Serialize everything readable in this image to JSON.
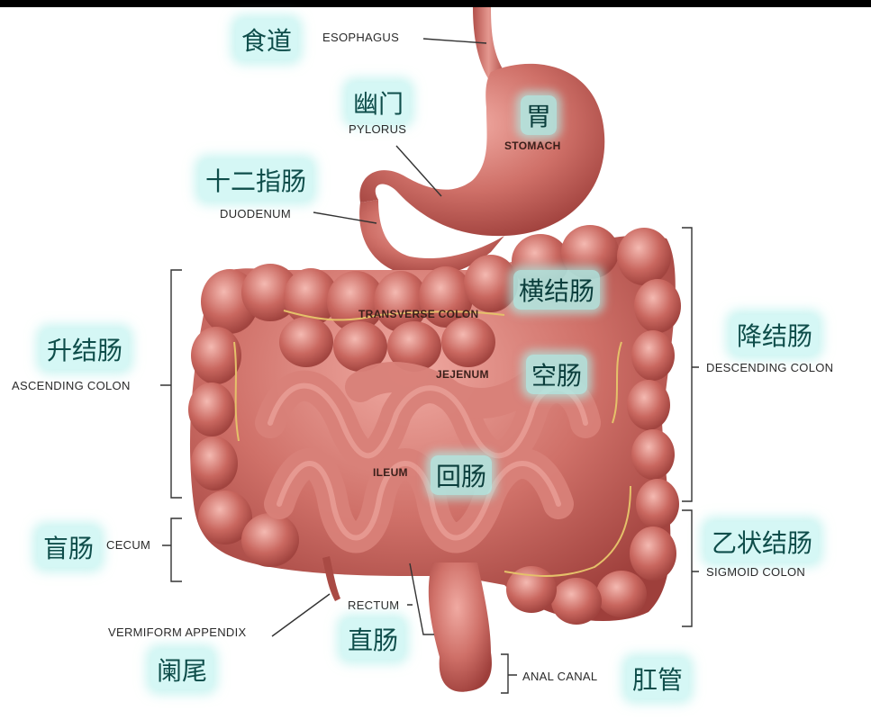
{
  "title": "Human digestive tract anatomy (labels in Chinese and English)",
  "colors": {
    "tissue": "#c9675f",
    "tissue_light": "#e79a92",
    "tissue_dark": "#9e3f3b",
    "label_glow": "#a8ece7",
    "label_zh": "#0e4d4a",
    "label_en": "#2a2a2a",
    "leader_line": "#333333"
  },
  "labels": {
    "esophagus": {
      "zh": "食道",
      "en": "ESOPHAGUS"
    },
    "pylorus": {
      "zh": "幽门",
      "en": "PYLORUS"
    },
    "stomach": {
      "zh": "胃",
      "en": "STOMACH"
    },
    "duodenum": {
      "zh": "十二指肠",
      "en": "DUODENUM"
    },
    "transverse_colon": {
      "zh": "横结肠",
      "en": "TRANSVERSE COLON"
    },
    "ascending_colon": {
      "zh": "升结肠",
      "en": "ASCENDING COLON"
    },
    "descending_colon": {
      "zh": "降结肠",
      "en": "DESCENDING COLON"
    },
    "jejunum": {
      "zh": "空肠",
      "en": "JEJENUM"
    },
    "ileum": {
      "zh": "回肠",
      "en": "ILEUM"
    },
    "cecum": {
      "zh": "盲肠",
      "en": "CECUM"
    },
    "sigmoid_colon": {
      "zh": "乙状结肠",
      "en": "SIGMOID COLON"
    },
    "appendix": {
      "zh": "阑尾",
      "en": "VERMIFORM APPENDIX"
    },
    "rectum": {
      "zh": "直肠",
      "en": "RECTUM"
    },
    "anal_canal": {
      "zh": "肛管",
      "en": "ANAL CANAL"
    }
  }
}
